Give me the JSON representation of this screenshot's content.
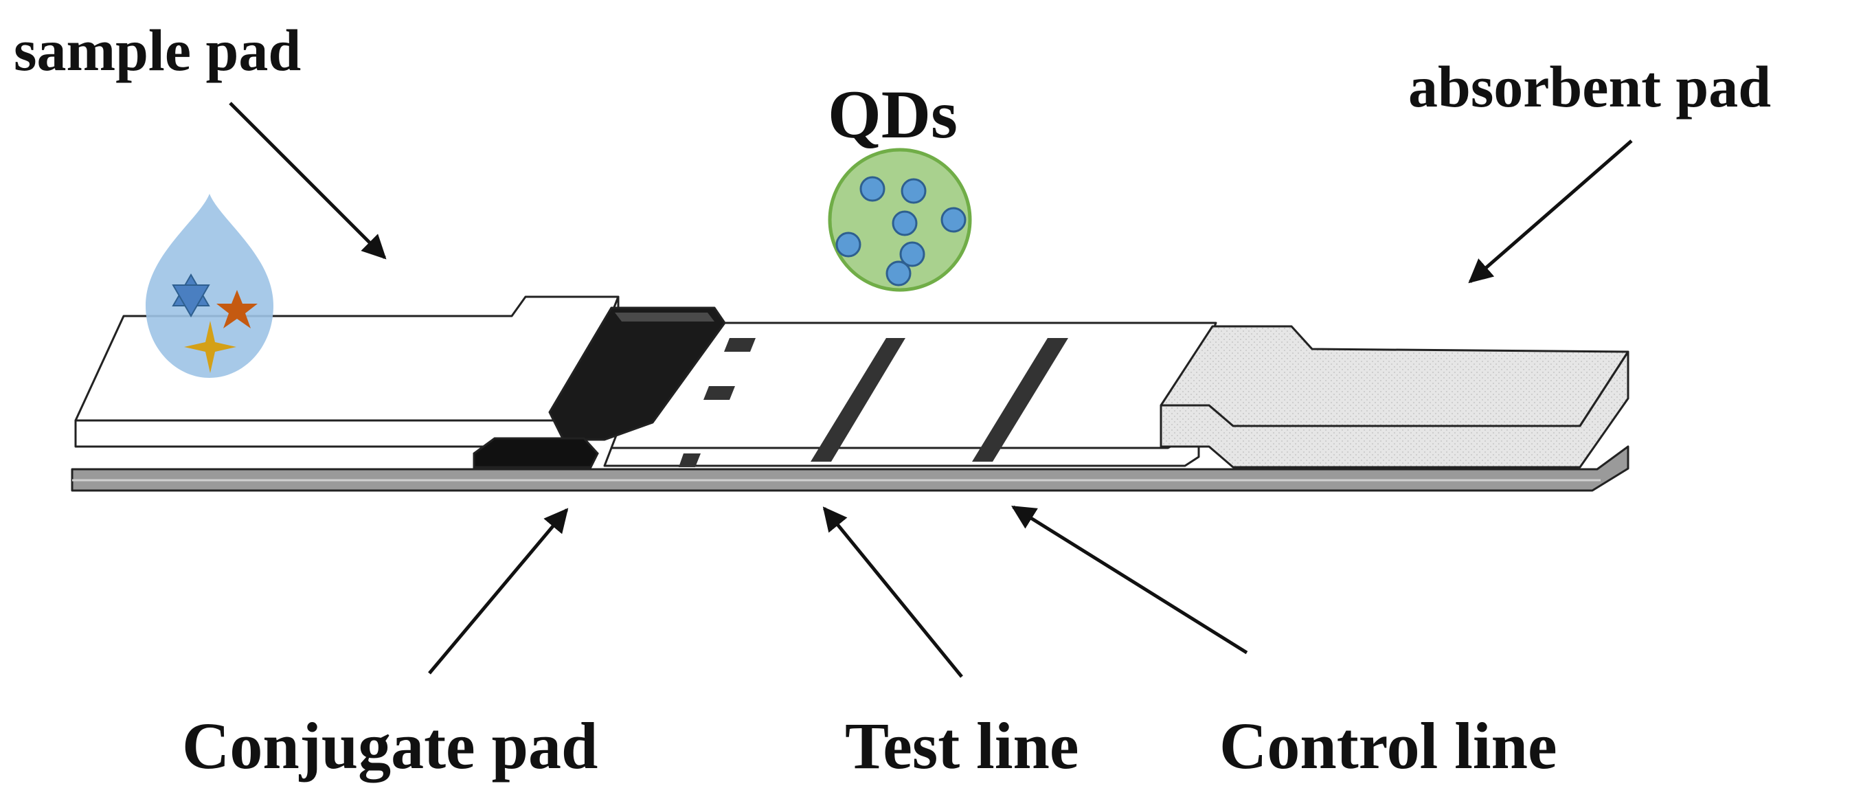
{
  "labels": {
    "sample_pad": "sample pad",
    "qds": "QDs",
    "absorbent_pad": "absorbent pad",
    "conjugate_pad": "Conjugate pad",
    "test_line": "Test line",
    "control_line": "Control line"
  },
  "colors": {
    "drop_fill": "#9dc3e6",
    "qd_circle_fill": "#a9d18e",
    "qd_circle_stroke": "#70ad47",
    "qd_dot_fill": "#5b9bd5",
    "qd_dot_stroke": "#2e5f8f",
    "star_blue": "#4a7fc1",
    "star_orange": "#c55a11",
    "star_gold": "#d4a017",
    "conjugate_pad": "#1a1a1a",
    "lines": "#333333",
    "absorbent_pad": "#e6e6e6",
    "backing": "#9a9a9a"
  },
  "icons": {
    "sample": "water-drop-icon",
    "quantum_dots": "quantum-dot-cluster-icon"
  }
}
